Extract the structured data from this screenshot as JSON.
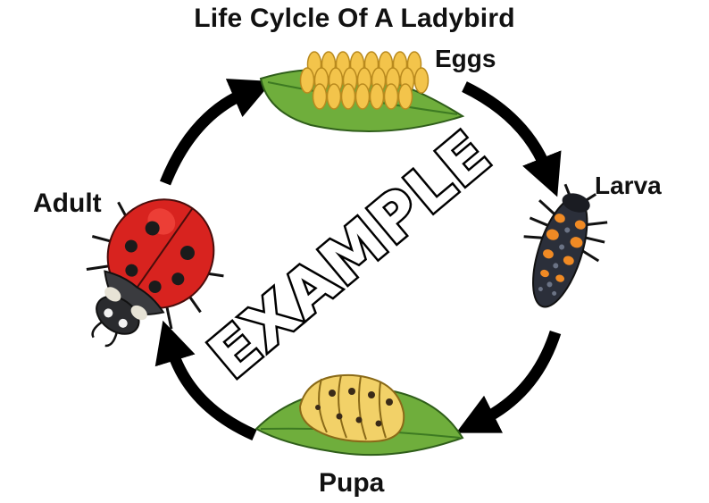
{
  "title": "Life Cylcle Of A Ladybird",
  "stages": {
    "eggs": "Eggs",
    "larva": "Larva",
    "pupa": "Pupa",
    "adult": "Adult"
  },
  "watermark": "EXAMPLE",
  "colors": {
    "leaf": "#6fae3c",
    "egg": "#f3c44b",
    "ladybird_red": "#d8231f",
    "larva_orange": "#f08a24",
    "pupa_yellow": "#f2d168",
    "arrow": "#000000"
  }
}
